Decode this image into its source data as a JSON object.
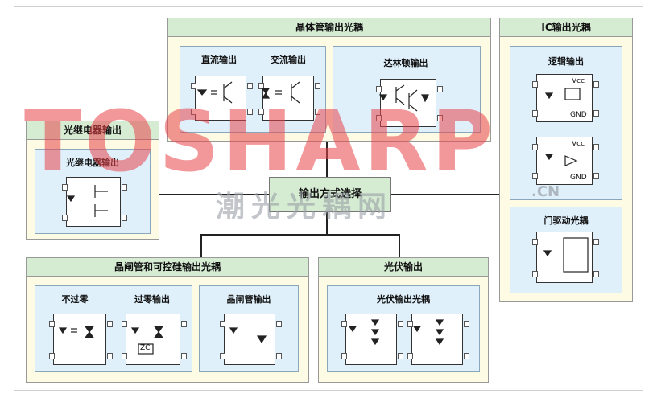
{
  "diagram": {
    "center": "输出方式选择",
    "groups": {
      "transistor": {
        "title": "晶体管输出光耦",
        "items": [
          "直流输出",
          "交流输出",
          "达林顿输出"
        ]
      },
      "ic": {
        "title": "IC输出光耦",
        "items": [
          "逻辑输出",
          "门驱动光耦"
        ],
        "pin_labels": [
          "Vcc",
          "GND",
          "Vcc",
          "GND"
        ]
      },
      "relay": {
        "title": "光继电器输出",
        "items": [
          "光继电器输出"
        ]
      },
      "thyristor": {
        "title": "晶闸管和可控硅输出光耦",
        "items": [
          "不过零",
          "过零输出",
          "晶闸管输出"
        ],
        "zc_label": "ZC"
      },
      "pv": {
        "title": "光伏输出",
        "items": [
          "光伏输出光耦"
        ]
      }
    },
    "watermark": {
      "main": "TOSHARP",
      "sub": "潮光光耦网",
      "domain": ".CN"
    },
    "colors": {
      "header": "#d5ecd3",
      "outer": "#fdfbe3",
      "inner": "#dff0fb",
      "watermark": "#e8454b"
    }
  }
}
